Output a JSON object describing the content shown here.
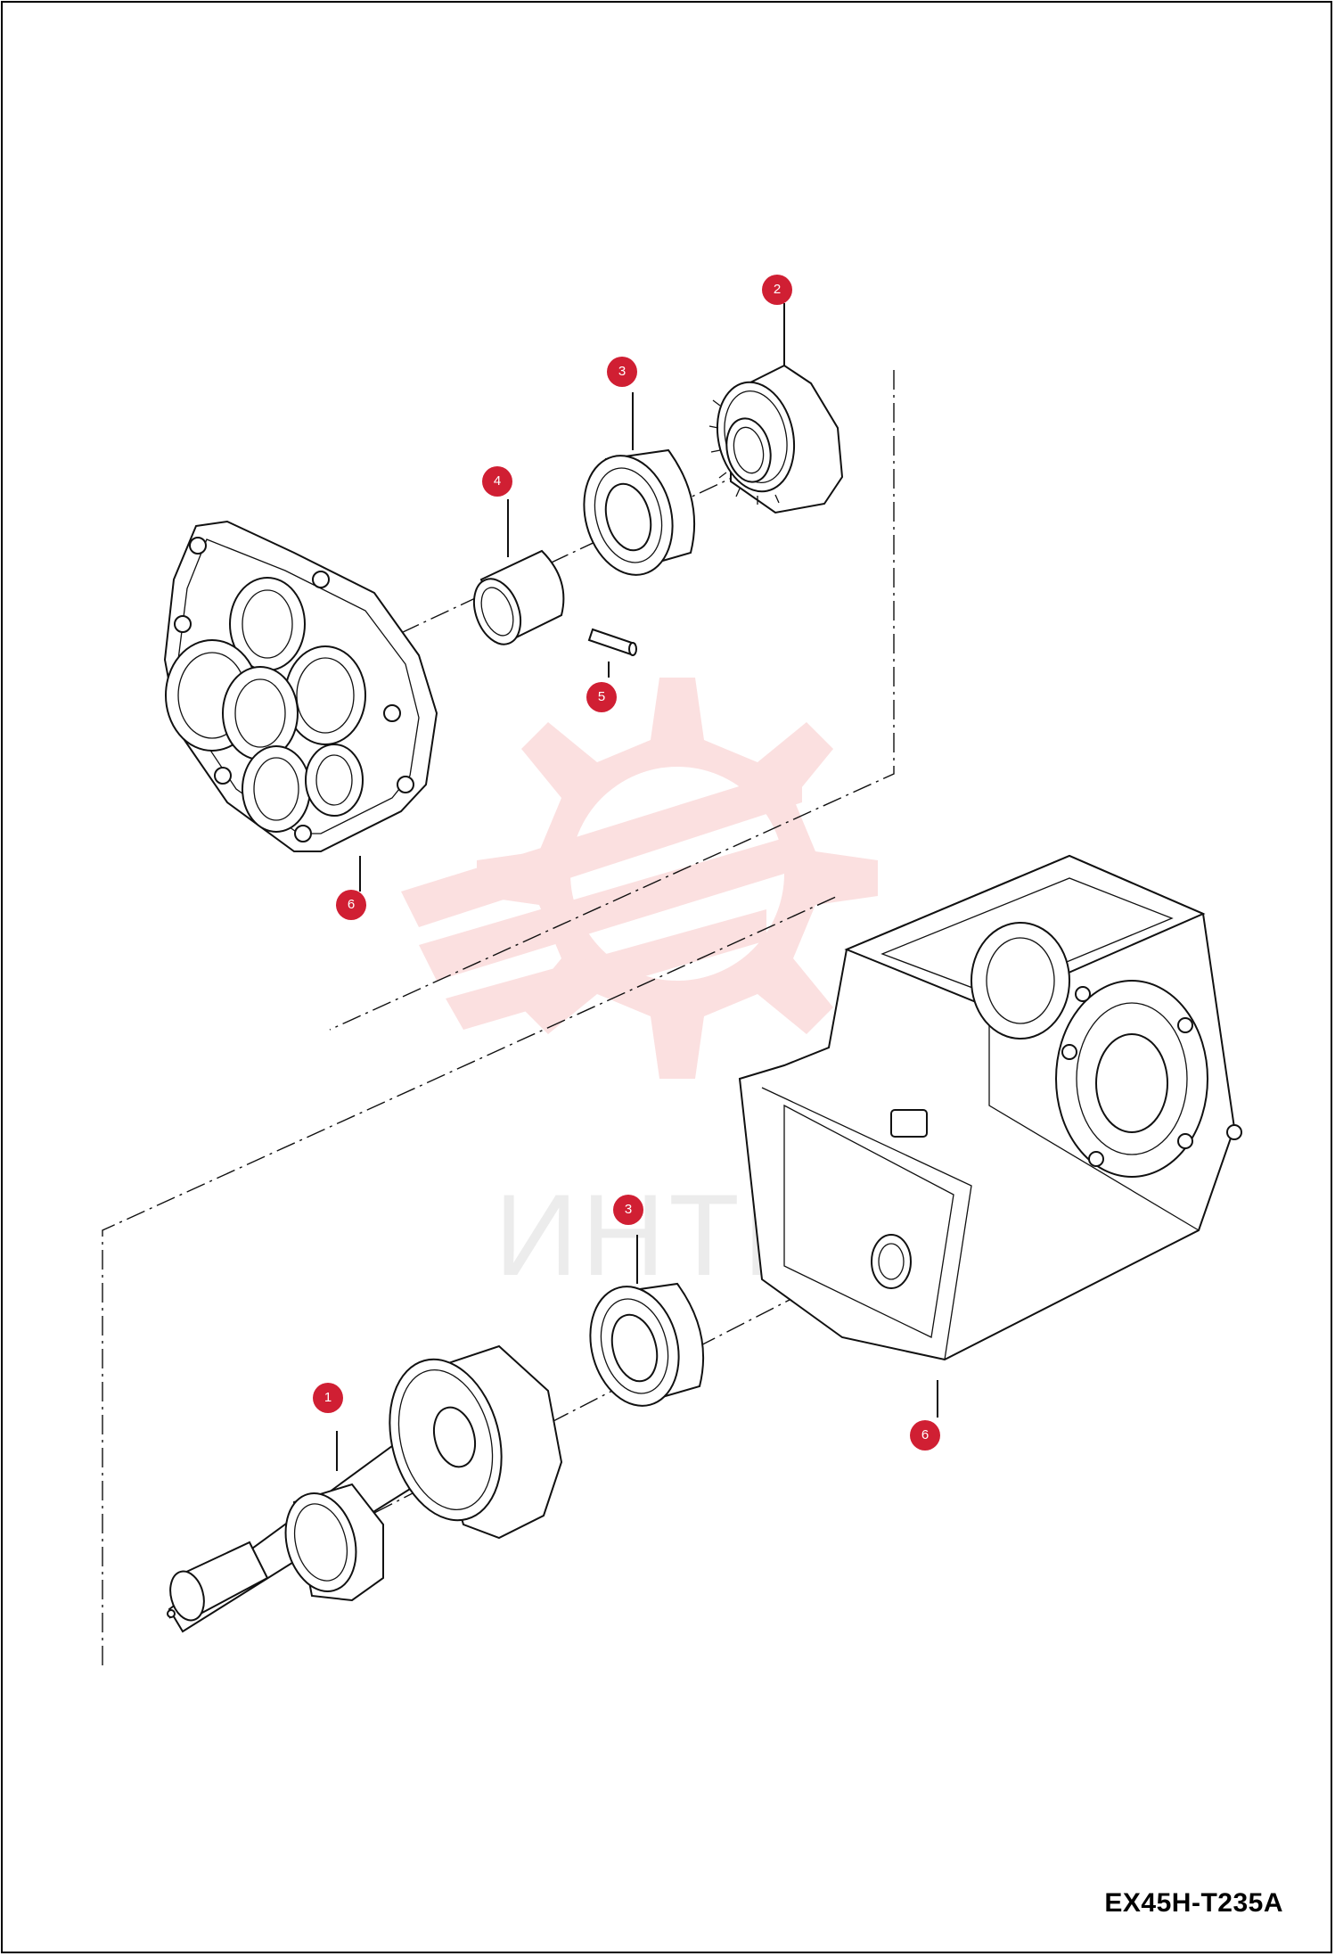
{
  "drawing_code": "EX45H-T235A",
  "watermark": {
    "text": "ИНТЕХ",
    "color": "#f4a0a0"
  },
  "colors": {
    "callout": "#d01f33",
    "line": "#111111",
    "background": "#ffffff"
  },
  "callouts": [
    {
      "label": "1",
      "part": "shaft-gear-assembly"
    },
    {
      "label": "2",
      "part": "spur-gear"
    },
    {
      "label": "3",
      "part": "ball-bearing-upper"
    },
    {
      "label": "3",
      "part": "ball-bearing-lower"
    },
    {
      "label": "4",
      "part": "needle-bearing"
    },
    {
      "label": "5",
      "part": "pin"
    },
    {
      "label": "6",
      "part": "bearing-cover-plate"
    },
    {
      "label": "6",
      "part": "transmission-case"
    }
  ]
}
